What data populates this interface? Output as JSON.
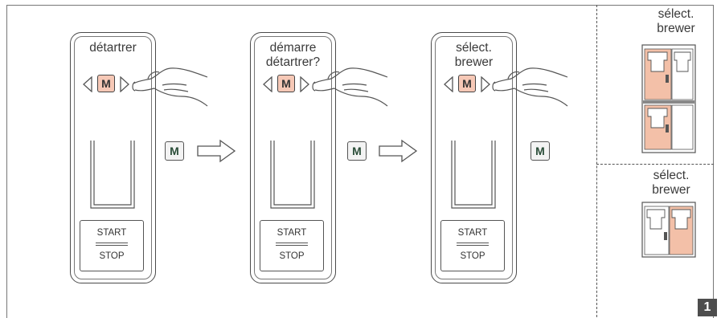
{
  "panels": [
    {
      "label_line1": "détartrer",
      "label_line2": "",
      "button": "M",
      "start": "START",
      "stop": "STOP"
    },
    {
      "label_line1": "démarre",
      "label_line2": "détartrer?",
      "button": "M",
      "start": "START",
      "stop": "STOP"
    },
    {
      "label_line1": "sélect.",
      "label_line2": "brewer",
      "button": "M",
      "start": "START",
      "stop": "STOP"
    }
  ],
  "step_keys": [
    "M",
    "M",
    "M"
  ],
  "side_top": {
    "line1": "sélect.",
    "line2": "brewer",
    "arrow_icon": "triangle-left-icon"
  },
  "side_bottom": {
    "line1": "sélect.",
    "line2": "brewer",
    "arrow_icon": "triangle-right-icon"
  },
  "badge": "1",
  "colors": {
    "highlight": "#f6c8b6",
    "machine_highlight": "#f3c0a8",
    "line": "#4a4a4a",
    "badge_bg": "#4d4d4d"
  }
}
